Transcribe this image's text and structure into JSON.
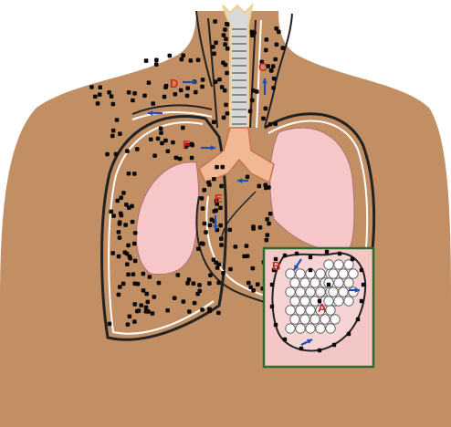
{
  "colors": {
    "skin": "#c28f64",
    "lung": "#f7c6c9",
    "bronchus": "#f2b896",
    "trachea": "#d9d9d9",
    "dot": "#0a0a0a",
    "label": "#e02020",
    "arrow": "#1f4fb5",
    "inset_border": "#2b6b2b",
    "inset_bg": "#f4c7c7",
    "alveolus": "#ffffff"
  },
  "labels": {
    "A": "A",
    "B": "B",
    "C": "C",
    "D": "D",
    "E": "E",
    "F": "F"
  }
}
